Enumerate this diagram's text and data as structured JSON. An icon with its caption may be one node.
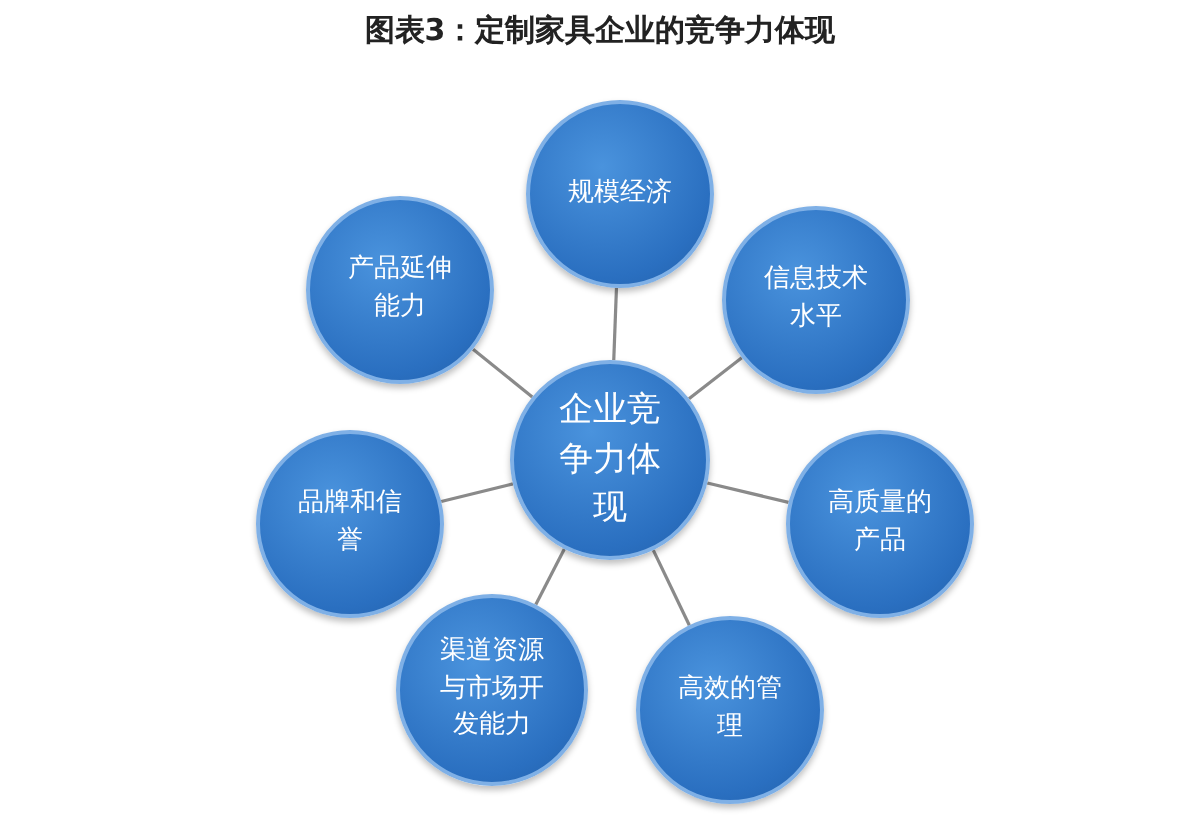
{
  "diagram": {
    "title": "图表3：定制家具企业的竞争力体现",
    "nodes": [
      {
        "text": [
          "企业竞争力体现"
        ]
      },
      {
        "text": [
          "规模经济"
        ]
      },
      {
        "text": [
          "产品延伸能力"
        ]
      },
      {
        "text": [
          "信息技术水平"
        ]
      },
      {
        "text": [
          "品牌和信誉"
        ]
      },
      {
        "text": [
          "高质量的产品"
        ]
      },
      {
        "text": [
          "渠道资源与市场开发能力"
        ]
      },
      {
        "text": [
          "高效的管理"
        ]
      }
    ],
    "edges": [
      {
        "from": 0,
        "to": 1,
        "arrow": "none"
      },
      {
        "from": 0,
        "to": 2,
        "arrow": "none"
      },
      {
        "from": 0,
        "to": 3,
        "arrow": "none"
      },
      {
        "from": 0,
        "to": 4,
        "arrow": "none"
      },
      {
        "from": 0,
        "to": 5,
        "arrow": "none"
      },
      {
        "from": 0,
        "to": 6,
        "arrow": "none"
      },
      {
        "from": 0,
        "to": 7,
        "arrow": "none"
      }
    ]
  }
}
